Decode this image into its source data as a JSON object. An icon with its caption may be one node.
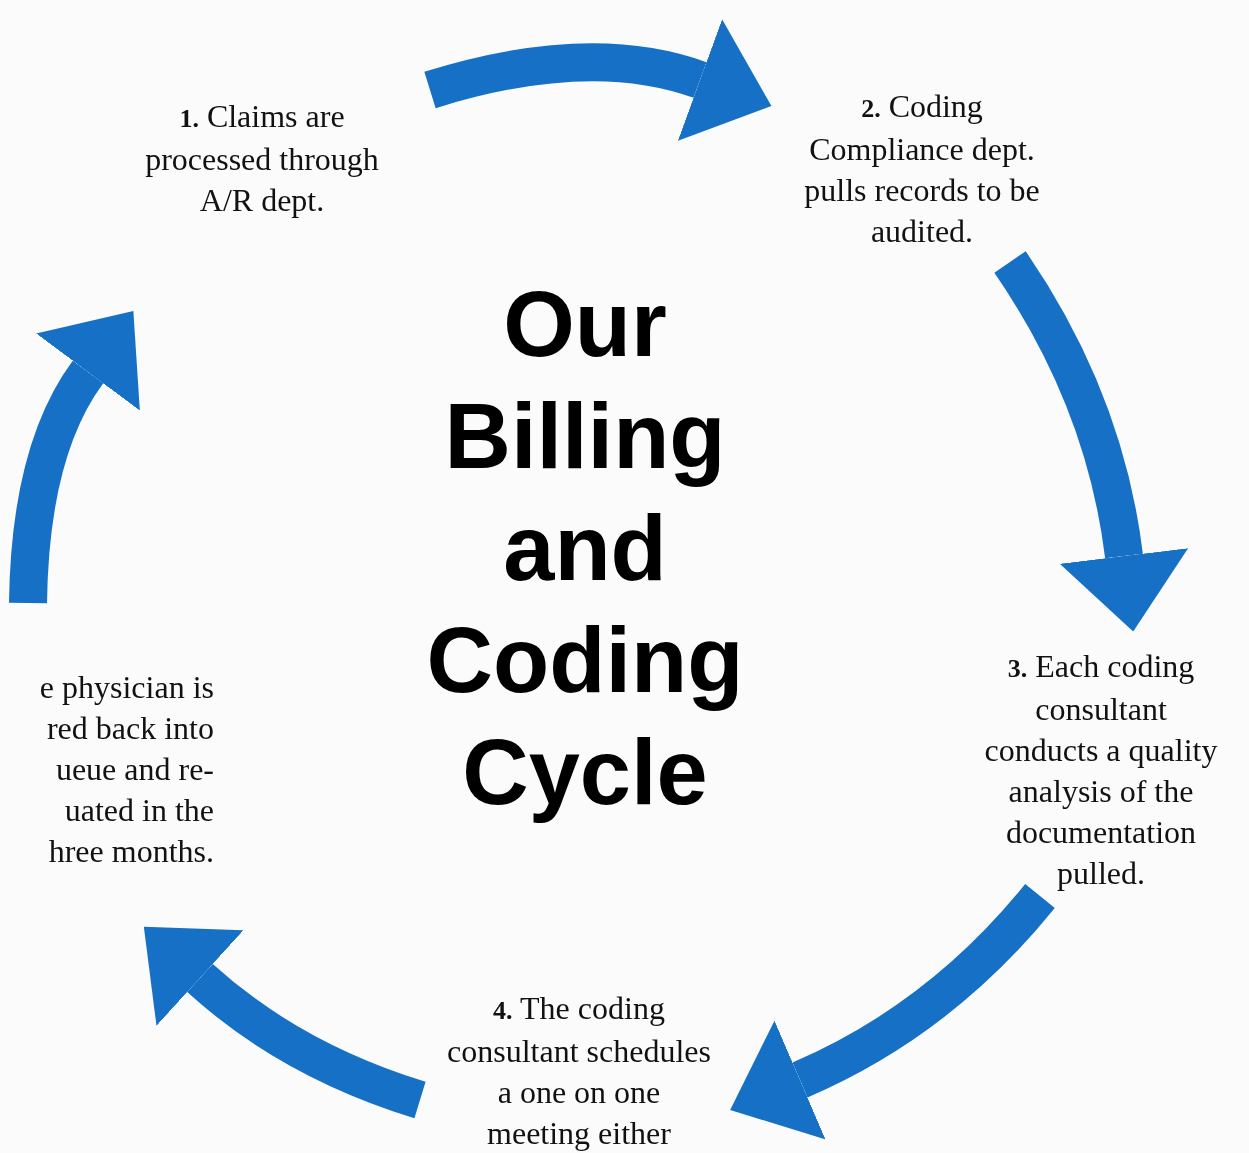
{
  "diagram": {
    "title": "Our Billing and Coding Cycle",
    "nodes": [
      {
        "text": [
          "**1.** Claims are processed through A/R dept."
        ]
      },
      {
        "text": [
          "**2.** Coding Compliance dept. pulls records to be audited."
        ]
      },
      {
        "text": [
          "**3.** Each coding consultant conducts a quality analysis of the documentation pulled."
        ]
      },
      {
        "text": [
          "**4.** The coding consultant schedules a one on one meeting either"
        ]
      },
      {
        "text": [
          "e physician is red back into ueue and re- uated in the hree months."
        ]
      }
    ],
    "edges": [
      {
        "from": 0,
        "to": 1,
        "arrow": "to"
      },
      {
        "from": 1,
        "to": 2,
        "arrow": "to"
      },
      {
        "from": 2,
        "to": 3,
        "arrow": "to"
      },
      {
        "from": 3,
        "to": 4,
        "arrow": "to"
      },
      {
        "from": 4,
        "to": 0,
        "arrow": "to"
      }
    ]
  }
}
